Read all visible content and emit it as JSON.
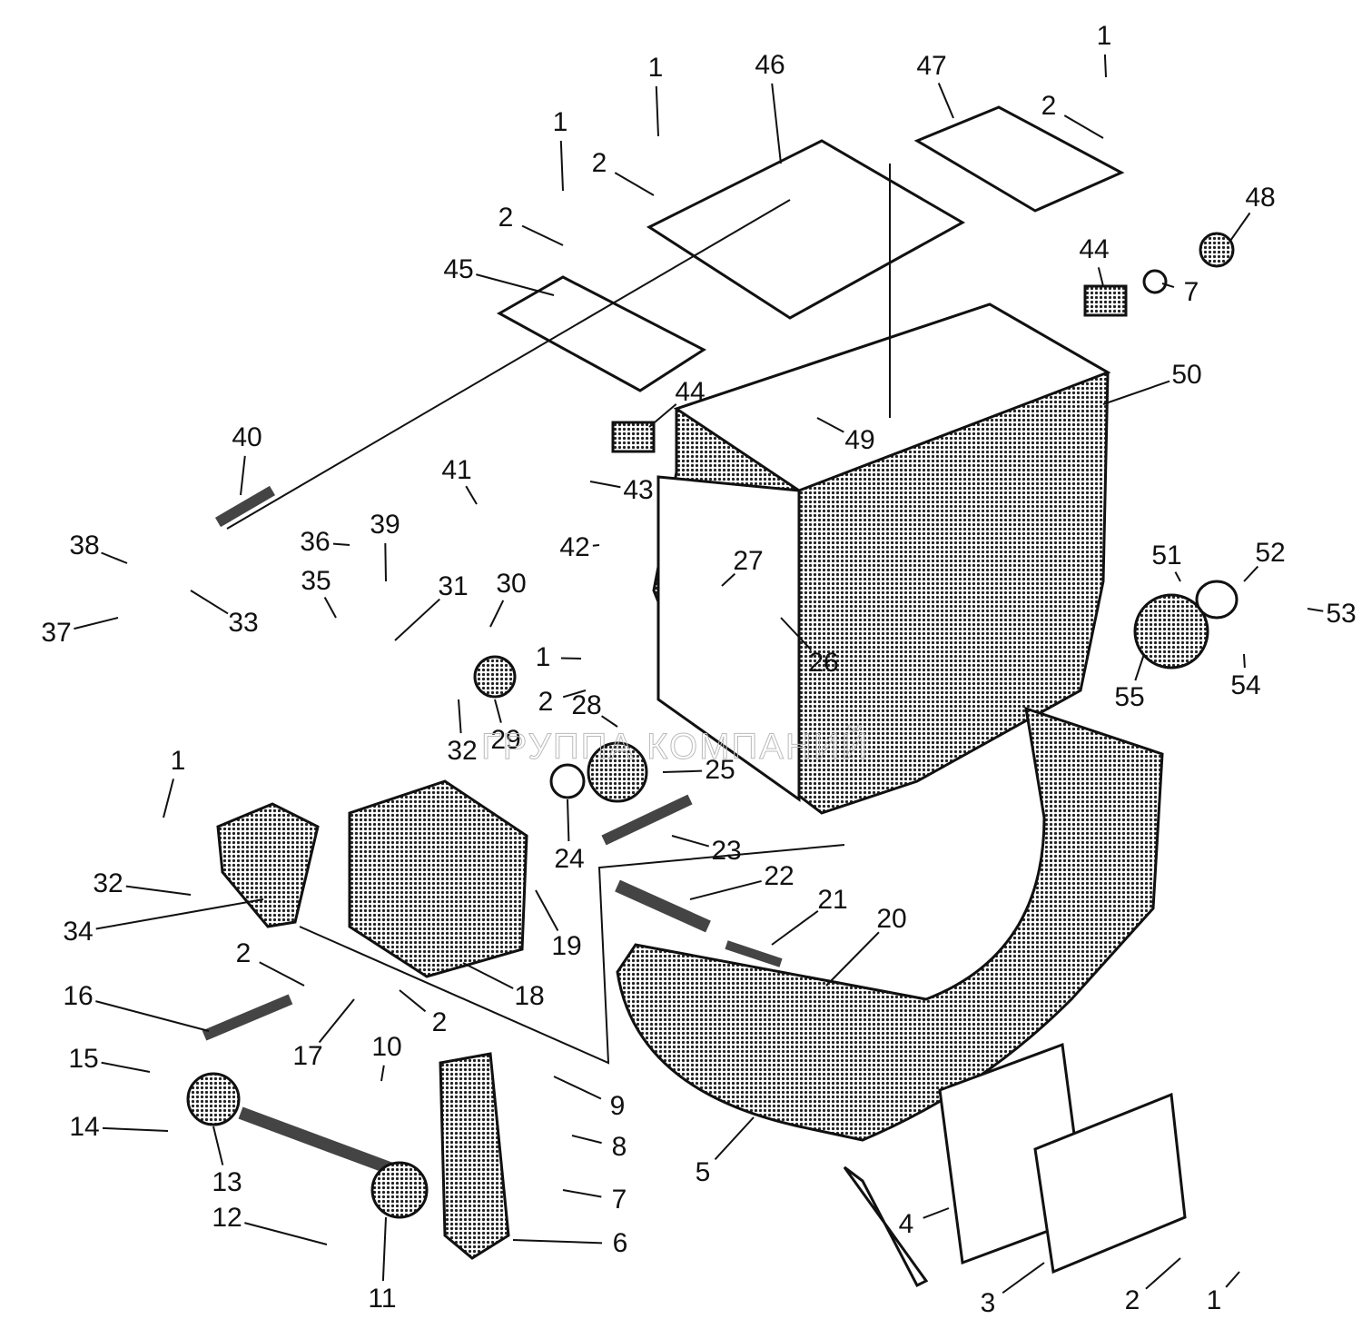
{
  "diagram": {
    "title": "Exploded parts diagram of gearbox housing assembly",
    "watermark": "ГРУППА КОМПАНИЙ",
    "callouts": [
      "1",
      "1",
      "46",
      "47",
      "1",
      "2",
      "2",
      "2",
      "45",
      "48",
      "44",
      "7",
      "50",
      "44",
      "49",
      "40",
      "41",
      "43",
      "42",
      "36",
      "39",
      "38",
      "37",
      "33",
      "35",
      "31",
      "30",
      "27",
      "51",
      "52",
      "53",
      "1",
      "26",
      "2",
      "28",
      "29",
      "32",
      "25",
      "55",
      "54",
      "1",
      "24",
      "23",
      "22",
      "32",
      "34",
      "19",
      "21",
      "20",
      "2",
      "18",
      "2",
      "16",
      "17",
      "10",
      "9",
      "15",
      "14",
      "13",
      "8",
      "7",
      "5",
      "4",
      "12",
      "11",
      "6",
      "3",
      "2",
      "1"
    ]
  },
  "colors": {
    "ink": "#111111",
    "background": "#ffffff"
  }
}
